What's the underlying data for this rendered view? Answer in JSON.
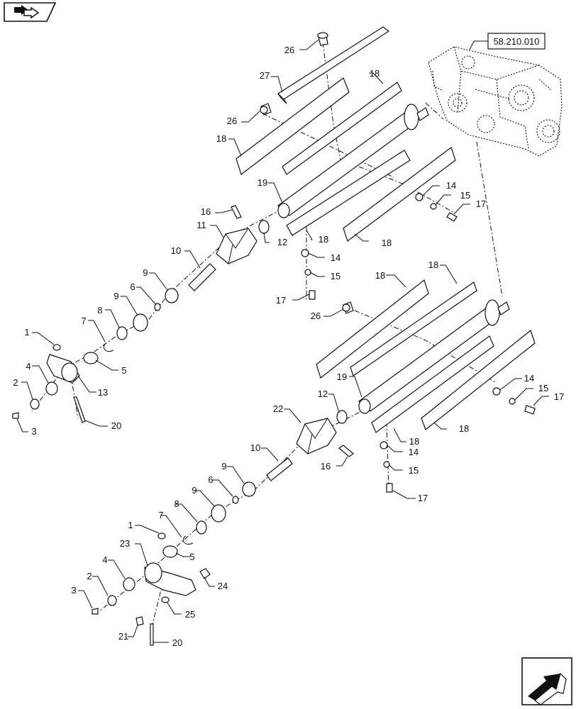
{
  "nav": {
    "top_left_icon": "flag-arrow-icon",
    "bottom_right_icon": "next-page-arrow-icon"
  },
  "reference": {
    "label": "58.210.010"
  },
  "callouts": {
    "upper": {
      "n26a": "26",
      "n27": "27",
      "n18a": "18",
      "n26b": "26",
      "n18b": "18",
      "n19": "19",
      "n14a": "14",
      "n15a": "15",
      "n17a": "17",
      "n16": "16",
      "n11": "11",
      "n12": "12",
      "n18c": "18",
      "n18d": "18",
      "n14b": "14",
      "n15b": "15",
      "n17b": "17",
      "n10": "10",
      "n9a": "9",
      "n6": "6",
      "n9b": "9",
      "n8": "8",
      "n7": "7",
      "n1": "1",
      "n4": "4",
      "n5": "5",
      "n13": "13",
      "n2": "2",
      "n3": "3",
      "n20": "20"
    },
    "lower": {
      "n18a": "18",
      "n18b": "18",
      "n26": "26",
      "n19": "19",
      "n12": "12",
      "n14a": "14",
      "n15a": "15",
      "n17a": "17",
      "n22": "22",
      "n18c": "18",
      "n18d": "18",
      "n14b": "14",
      "n15b": "15",
      "n17b": "17",
      "n10": "10",
      "n16": "16",
      "n9a": "9",
      "n6": "6",
      "n9b": "9",
      "n8": "8",
      "n7": "7",
      "n1": "1",
      "n5": "5",
      "n23": "23",
      "n4": "4",
      "n24": "24",
      "n2": "2",
      "n3": "3",
      "n25": "25",
      "n21": "21",
      "n20": "20"
    }
  }
}
